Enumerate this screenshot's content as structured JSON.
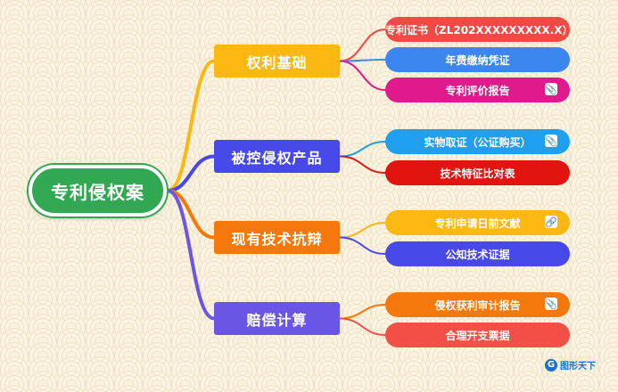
{
  "root": {
    "label": "专利侵权案",
    "color": "#32a852"
  },
  "branches": [
    {
      "label": "权利基础",
      "color": "#fbb812",
      "leaves": [
        {
          "label": "专利证书（ZL202XXXXXXXXX.X）",
          "color": "#f04a45",
          "attachment": false
        },
        {
          "label": "年费缴纳凭证",
          "color": "#3b87ef",
          "attachment": false
        },
        {
          "label": "专利评价报告",
          "color": "#e0198c",
          "attachment": true
        }
      ]
    },
    {
      "label": "被控侵权产品",
      "color": "#4748e8",
      "leaves": [
        {
          "label": "实物取证（公证购买）",
          "color": "#1e9ff0",
          "attachment": true
        },
        {
          "label": "技术特征比对表",
          "color": "#e2140f",
          "attachment": false
        }
      ]
    },
    {
      "label": "现有技术抗辩",
      "color": "#f4780c",
      "leaves": [
        {
          "label": "专利申请日前文献",
          "color": "#fbb812",
          "attachment": true
        },
        {
          "label": "公知技术证据",
          "color": "#4748e8",
          "attachment": false
        }
      ]
    },
    {
      "label": "赔偿计算",
      "color": "#6a56e4",
      "leaves": [
        {
          "label": "侵权获利审计报告",
          "color": "#f4780c",
          "attachment": true
        },
        {
          "label": "合理开支票据",
          "color": "#f24f46",
          "attachment": false
        }
      ]
    }
  ],
  "watermark": {
    "text": "图形天下",
    "mark": "G"
  }
}
